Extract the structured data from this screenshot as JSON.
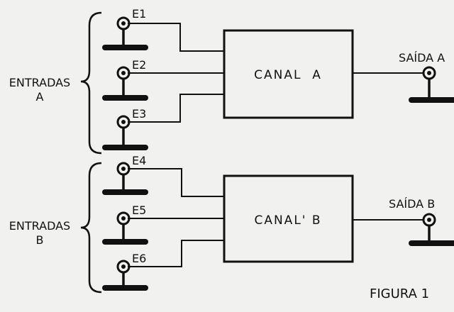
{
  "diagram": {
    "group_a": {
      "label_line1": "ENTRADAS",
      "label_line2": "A"
    },
    "group_b": {
      "label_line1": "ENTRADAS",
      "label_line2": "B"
    },
    "inputs": [
      "E1",
      "E2",
      "E3",
      "E4",
      "E5",
      "E6"
    ],
    "channel_a": "CANAL  A",
    "channel_b": "CANAL' B",
    "output_a": "SAÍDA A",
    "output_b": "SAÍDA B",
    "figure_label": "FIGURA 1"
  },
  "colors": {
    "ink": "#111111",
    "paper": "#f1f1ef"
  }
}
